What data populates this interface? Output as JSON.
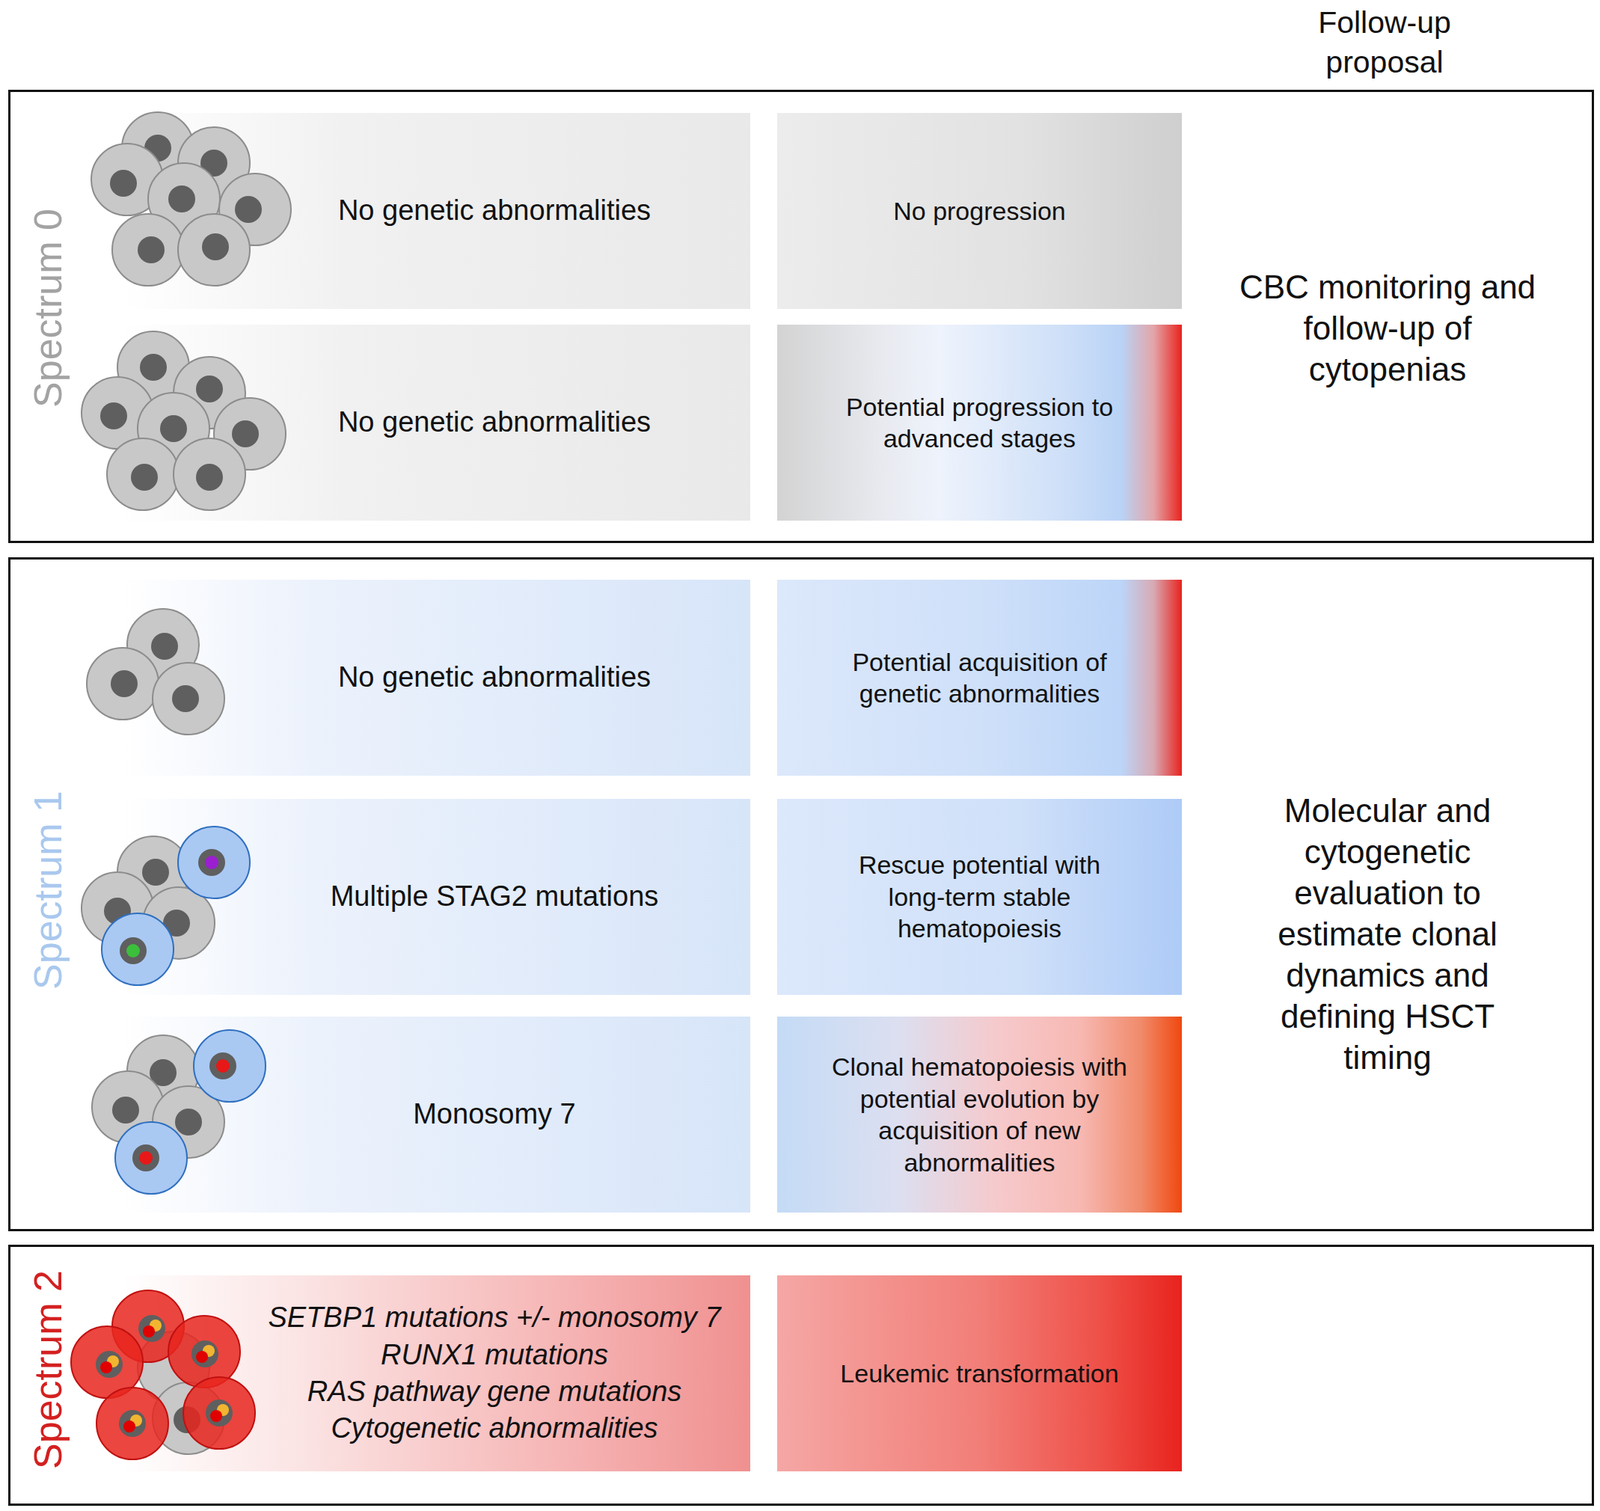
{
  "diagram": {
    "nodes": [
      {
        "text": [
          "Spectrum 0",
          "CBC monitoring and follow-up of cytopenias"
        ]
      },
      {
        "text": [
          "No genetic abnormalities"
        ],
        "in": 0
      },
      {
        "text": [
          "No progression"
        ],
        "in": 0
      },
      {
        "text": [
          "No genetic abnormalities"
        ],
        "in": 0
      },
      {
        "text": [
          "Potential progression to advanced stages"
        ],
        "in": 0
      },
      {
        "text": [
          "Spectrum 1",
          "Molecular and cytogenetic evaluation to estimate clonal dynamics and defining HSCT timing"
        ]
      },
      {
        "text": [
          "No genetic abnormalities"
        ],
        "in": 5
      },
      {
        "text": [
          "Potential acquisition of genetic abnormalities"
        ],
        "in": 5
      },
      {
        "text": [
          "Multiple STAG2 mutations"
        ],
        "in": 5
      },
      {
        "text": [
          "Rescue potential with long-term stable hematopoiesis"
        ],
        "in": 5
      },
      {
        "text": [
          "Monosomy 7"
        ],
        "in": 5
      },
      {
        "text": [
          "Clonal hematopoiesis with potential evolution by acquisition of new abnormalities"
        ],
        "in": 5
      },
      {
        "text": [
          "Spectrum 2"
        ]
      },
      {
        "text": [
          "SETBP1 mutations +/- monosomy 7",
          "RUNX1 mutations",
          "RAS pathway gene mutations",
          "Cytogenetic abnormalities"
        ],
        "in": 12
      },
      {
        "text": [
          "Leukemic transformation"
        ],
        "in": 12
      }
    ],
    "labels": [
      "Follow-up proposal"
    ]
  }
}
